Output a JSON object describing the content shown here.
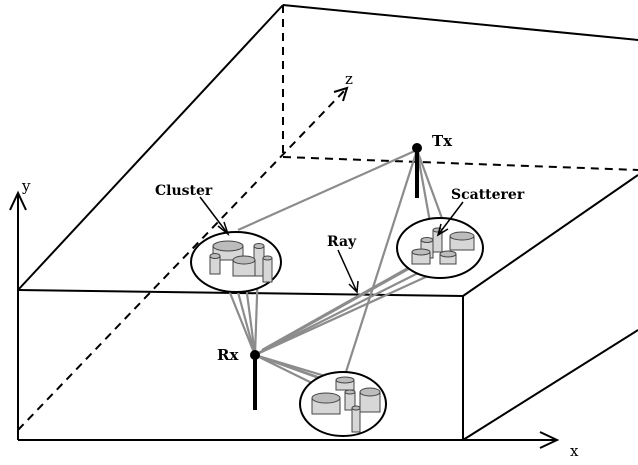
{
  "labels": {
    "tx": "Tx",
    "rx": "Rx",
    "cluster": "Cluster",
    "scatterer": "Scatterer",
    "ray": "Ray"
  },
  "axes": {
    "x": "x",
    "y": "y",
    "z": "z"
  },
  "colors": {
    "ray": "#8c8c8c",
    "edge": "#000000",
    "scatterer_fill": "#d7d7d7"
  }
}
